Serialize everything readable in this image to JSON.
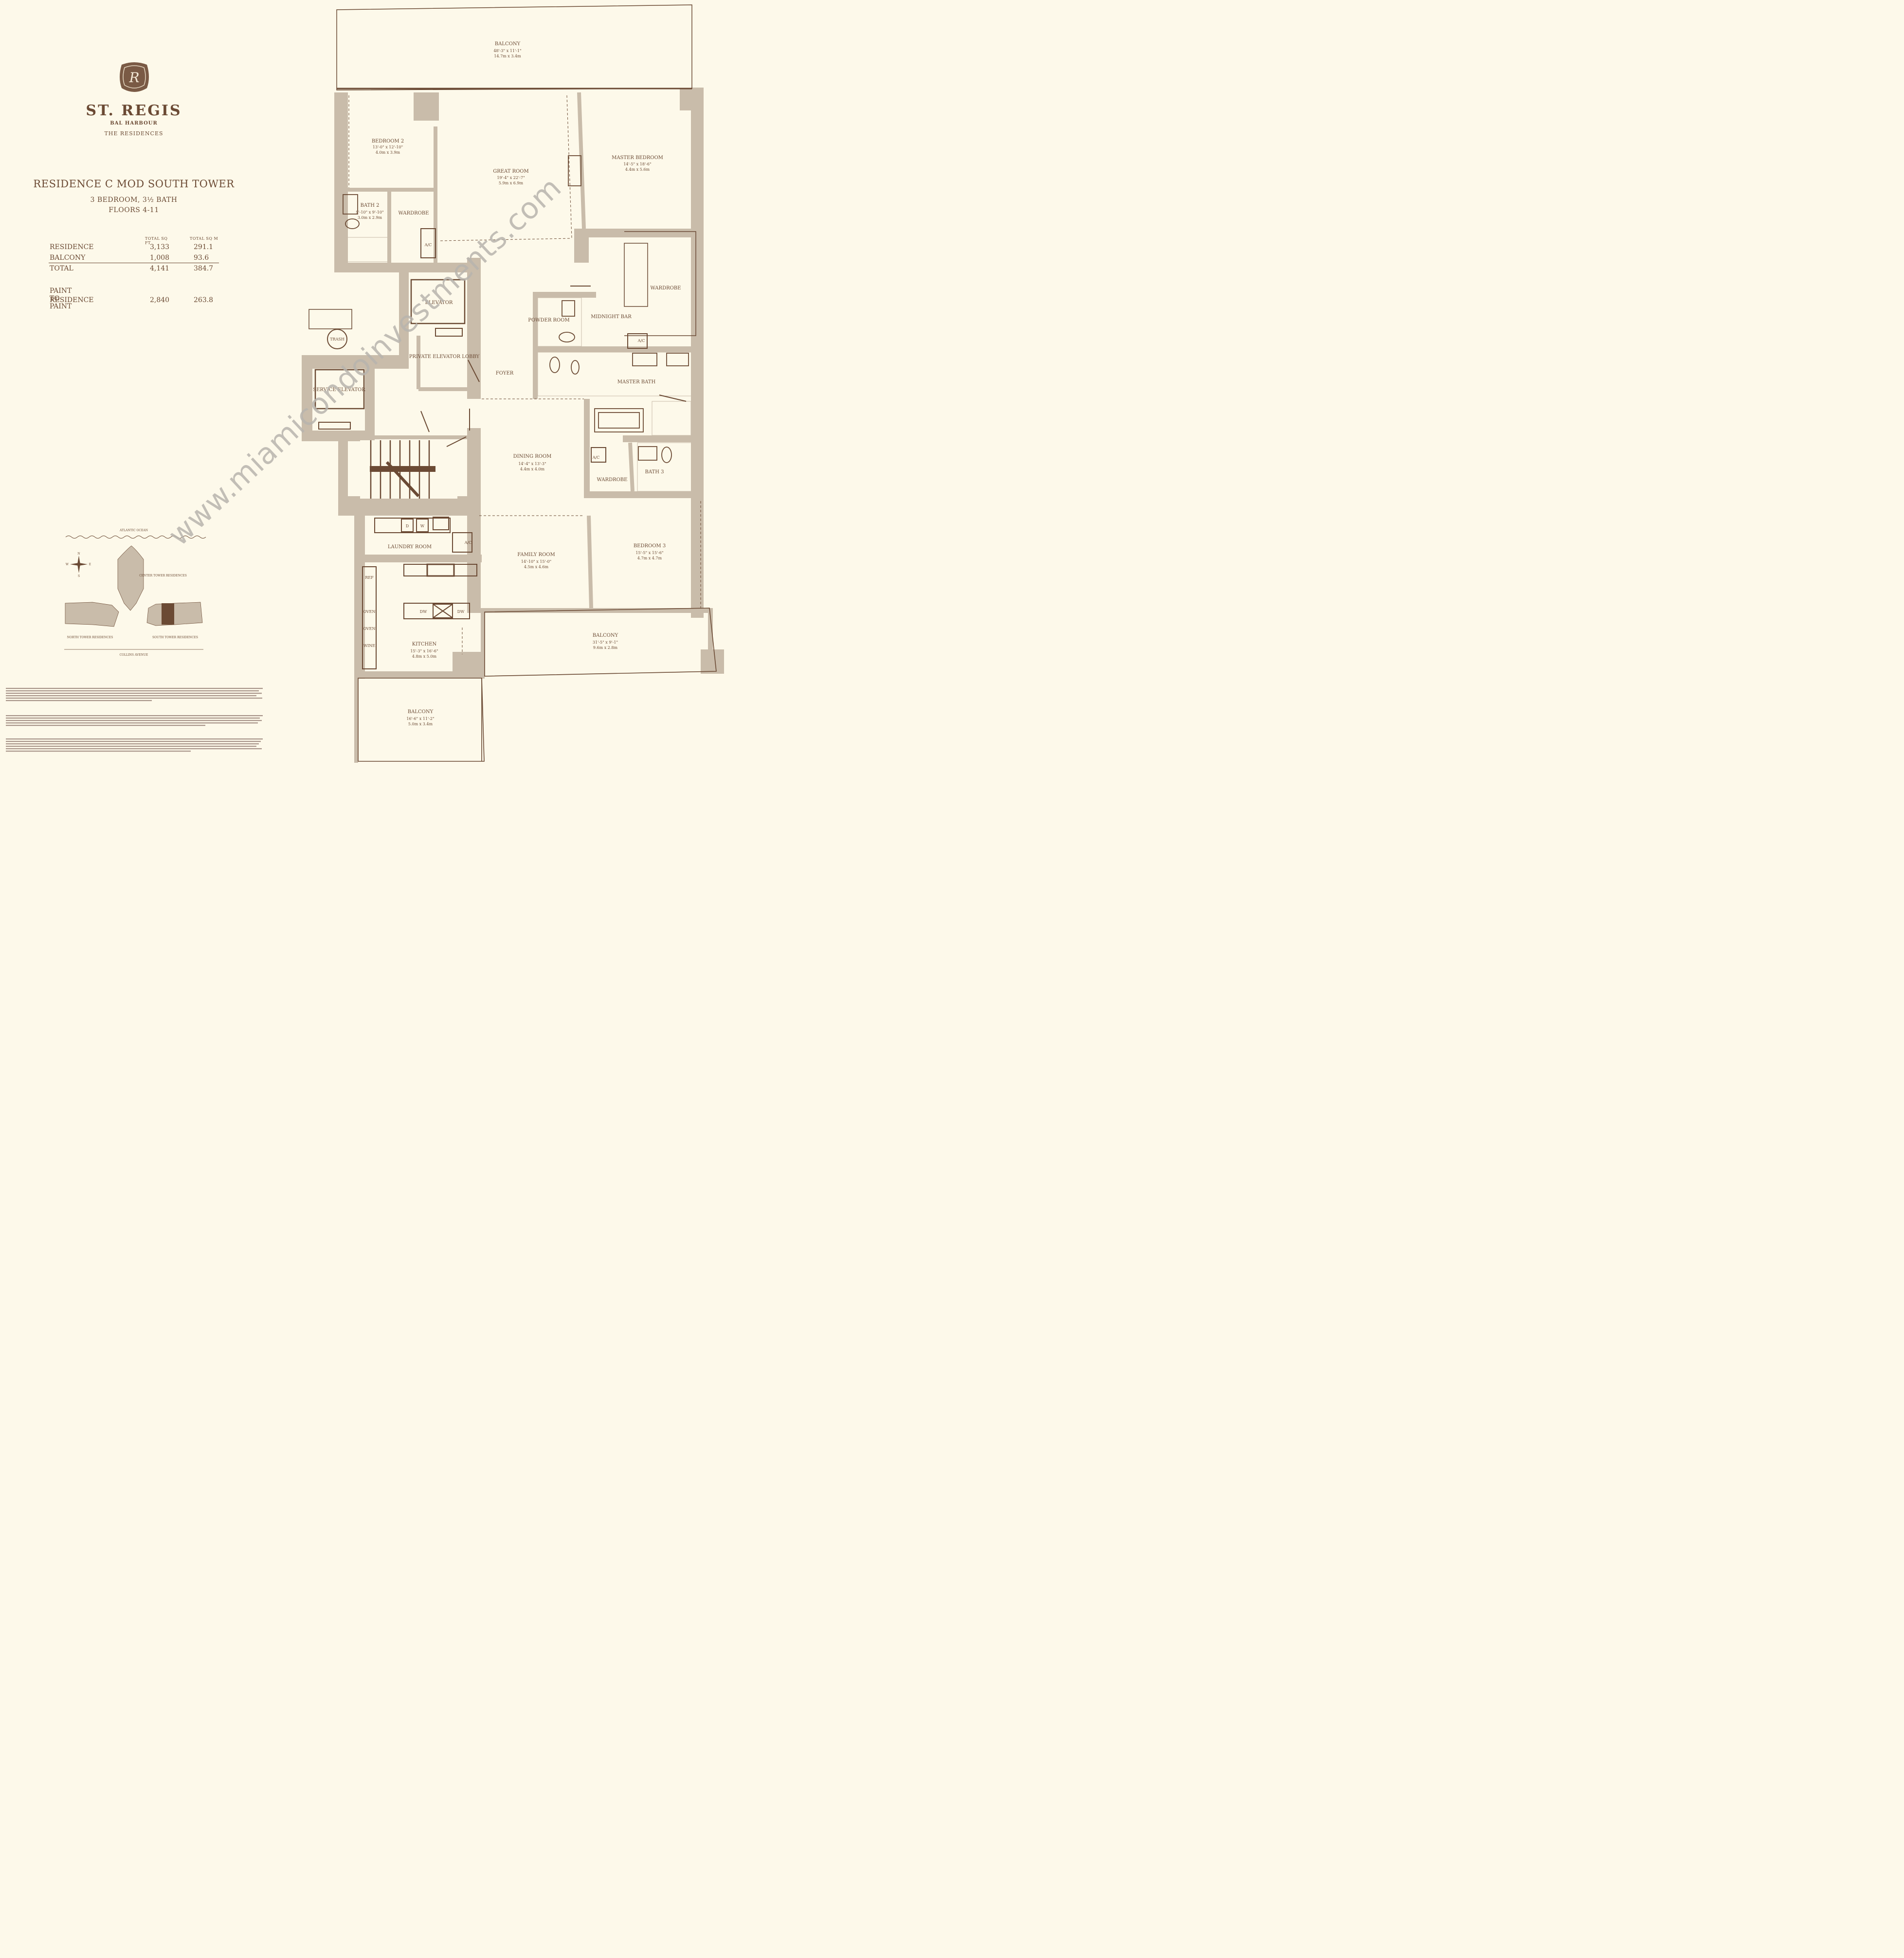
{
  "brand": {
    "name": "ST. REGIS",
    "subtitle": "BAL HARBOUR",
    "tagline": "THE RESIDENCES"
  },
  "residence": {
    "title": "RESIDENCE C MOD SOUTH TOWER",
    "bedrooms": "3 BEDROOM, 3½ BATH",
    "floors": "FLOORS 4-11"
  },
  "stats": {
    "col_sqft": "TOTAL SQ FT",
    "col_sqm": "TOTAL SQ M",
    "rows": [
      {
        "label": "RESIDENCE",
        "sqft": "3,133",
        "sqm": "291.1"
      },
      {
        "label": "BALCONY",
        "sqft": "1,008",
        "sqm": "93.6"
      },
      {
        "label": "TOTAL",
        "sqft": "4,141",
        "sqm": "384.7"
      }
    ],
    "paint_label1": "PAINT TO PAINT",
    "paint_label2": "RESIDENCE",
    "paint_sqft": "2,840",
    "paint_sqm": "263.8"
  },
  "key_plan": {
    "ocean": "ATLANTIC OCEAN",
    "street": "COLLINS AVENUE",
    "center": "CENTER TOWER RESIDENCES",
    "north": "NORTH TOWER RESIDENCES",
    "south": "SOUTH TOWER RESIDENCES",
    "compass": [
      "N",
      "E",
      "S",
      "W"
    ]
  },
  "rooms": {
    "balcony_top": {
      "name": "BALCONY",
      "dim1": "48'-3\" x 11'-1\"",
      "dim2": "14.7m x 3.4m"
    },
    "bedroom2": {
      "name": "BEDROOM 2",
      "dim1": "13'-0\" x 12'-10\"",
      "dim2": "4.0m x 3.9m"
    },
    "great_room": {
      "name": "GREAT ROOM",
      "dim1": "19'-4\" x 22'-7\"",
      "dim2": "5.9m x 6.9m"
    },
    "master_bedroom": {
      "name": "MASTER BEDROOM",
      "dim1": "14'-5\" x 18'-6\"",
      "dim2": "4.4m x 5.6m"
    },
    "bath2": {
      "name": "BATH 2",
      "dim1": "9'-10\" x 9'-10\"",
      "dim2": "3.0m x 2.9m"
    },
    "wardrobe1": "WARDROBE",
    "wardrobe_master": "WARDROBE",
    "elevator": "ELEVATOR",
    "trash": "TRASH",
    "powder_room": "POWDER ROOM",
    "midnight_bar": "MIDNIGHT BAR",
    "private_lobby": "PRIVATE ELEVATOR LOBBY",
    "foyer": "FOYER",
    "master_bath": "MASTER BATH",
    "service_elevator": "SERVICE ELEVATOR",
    "dining_room": {
      "name": "DINING ROOM",
      "dim1": "14'-4\" x 13'-3\"",
      "dim2": "4.4m x 4.0m"
    },
    "wardrobe3": "WARDROBE",
    "bath3": "BATH 3",
    "laundry": "LAUNDRY ROOM",
    "family_room": {
      "name": "FAMILY ROOM",
      "dim1": "14'-10\" x 15'-0\"",
      "dim2": "4.5m x 4.6m"
    },
    "bedroom3": {
      "name": "BEDROOM 3",
      "dim1": "15'-5\" x 15'-6\"",
      "dim2": "4.7m x 4.7m"
    },
    "balcony_right": {
      "name": "BALCONY",
      "dim1": "31'-5\" x 9'-1\"",
      "dim2": "9.6m x 2.8m"
    },
    "kitchen": {
      "name": "KITCHEN",
      "dim1": "15'-3\" x 16'-6\"",
      "dim2": "4.8m x 5.0m"
    },
    "balcony_bottom": {
      "name": "BALCONY",
      "dim1": "16'-6\" x 11'-2\"",
      "dim2": "5.0m x 3.4m"
    }
  },
  "fixtures": {
    "ac": "A/C",
    "dryer": "D",
    "washer": "W",
    "dishwasher": "DW",
    "ref": "REF",
    "oven": "OVEN",
    "wine": "WINE"
  },
  "watermark": "www.miamicondoinvestments.com",
  "colors": {
    "background": "#fdf9ea",
    "wall": "#c9bcaa",
    "text": "#6b4a34"
  }
}
